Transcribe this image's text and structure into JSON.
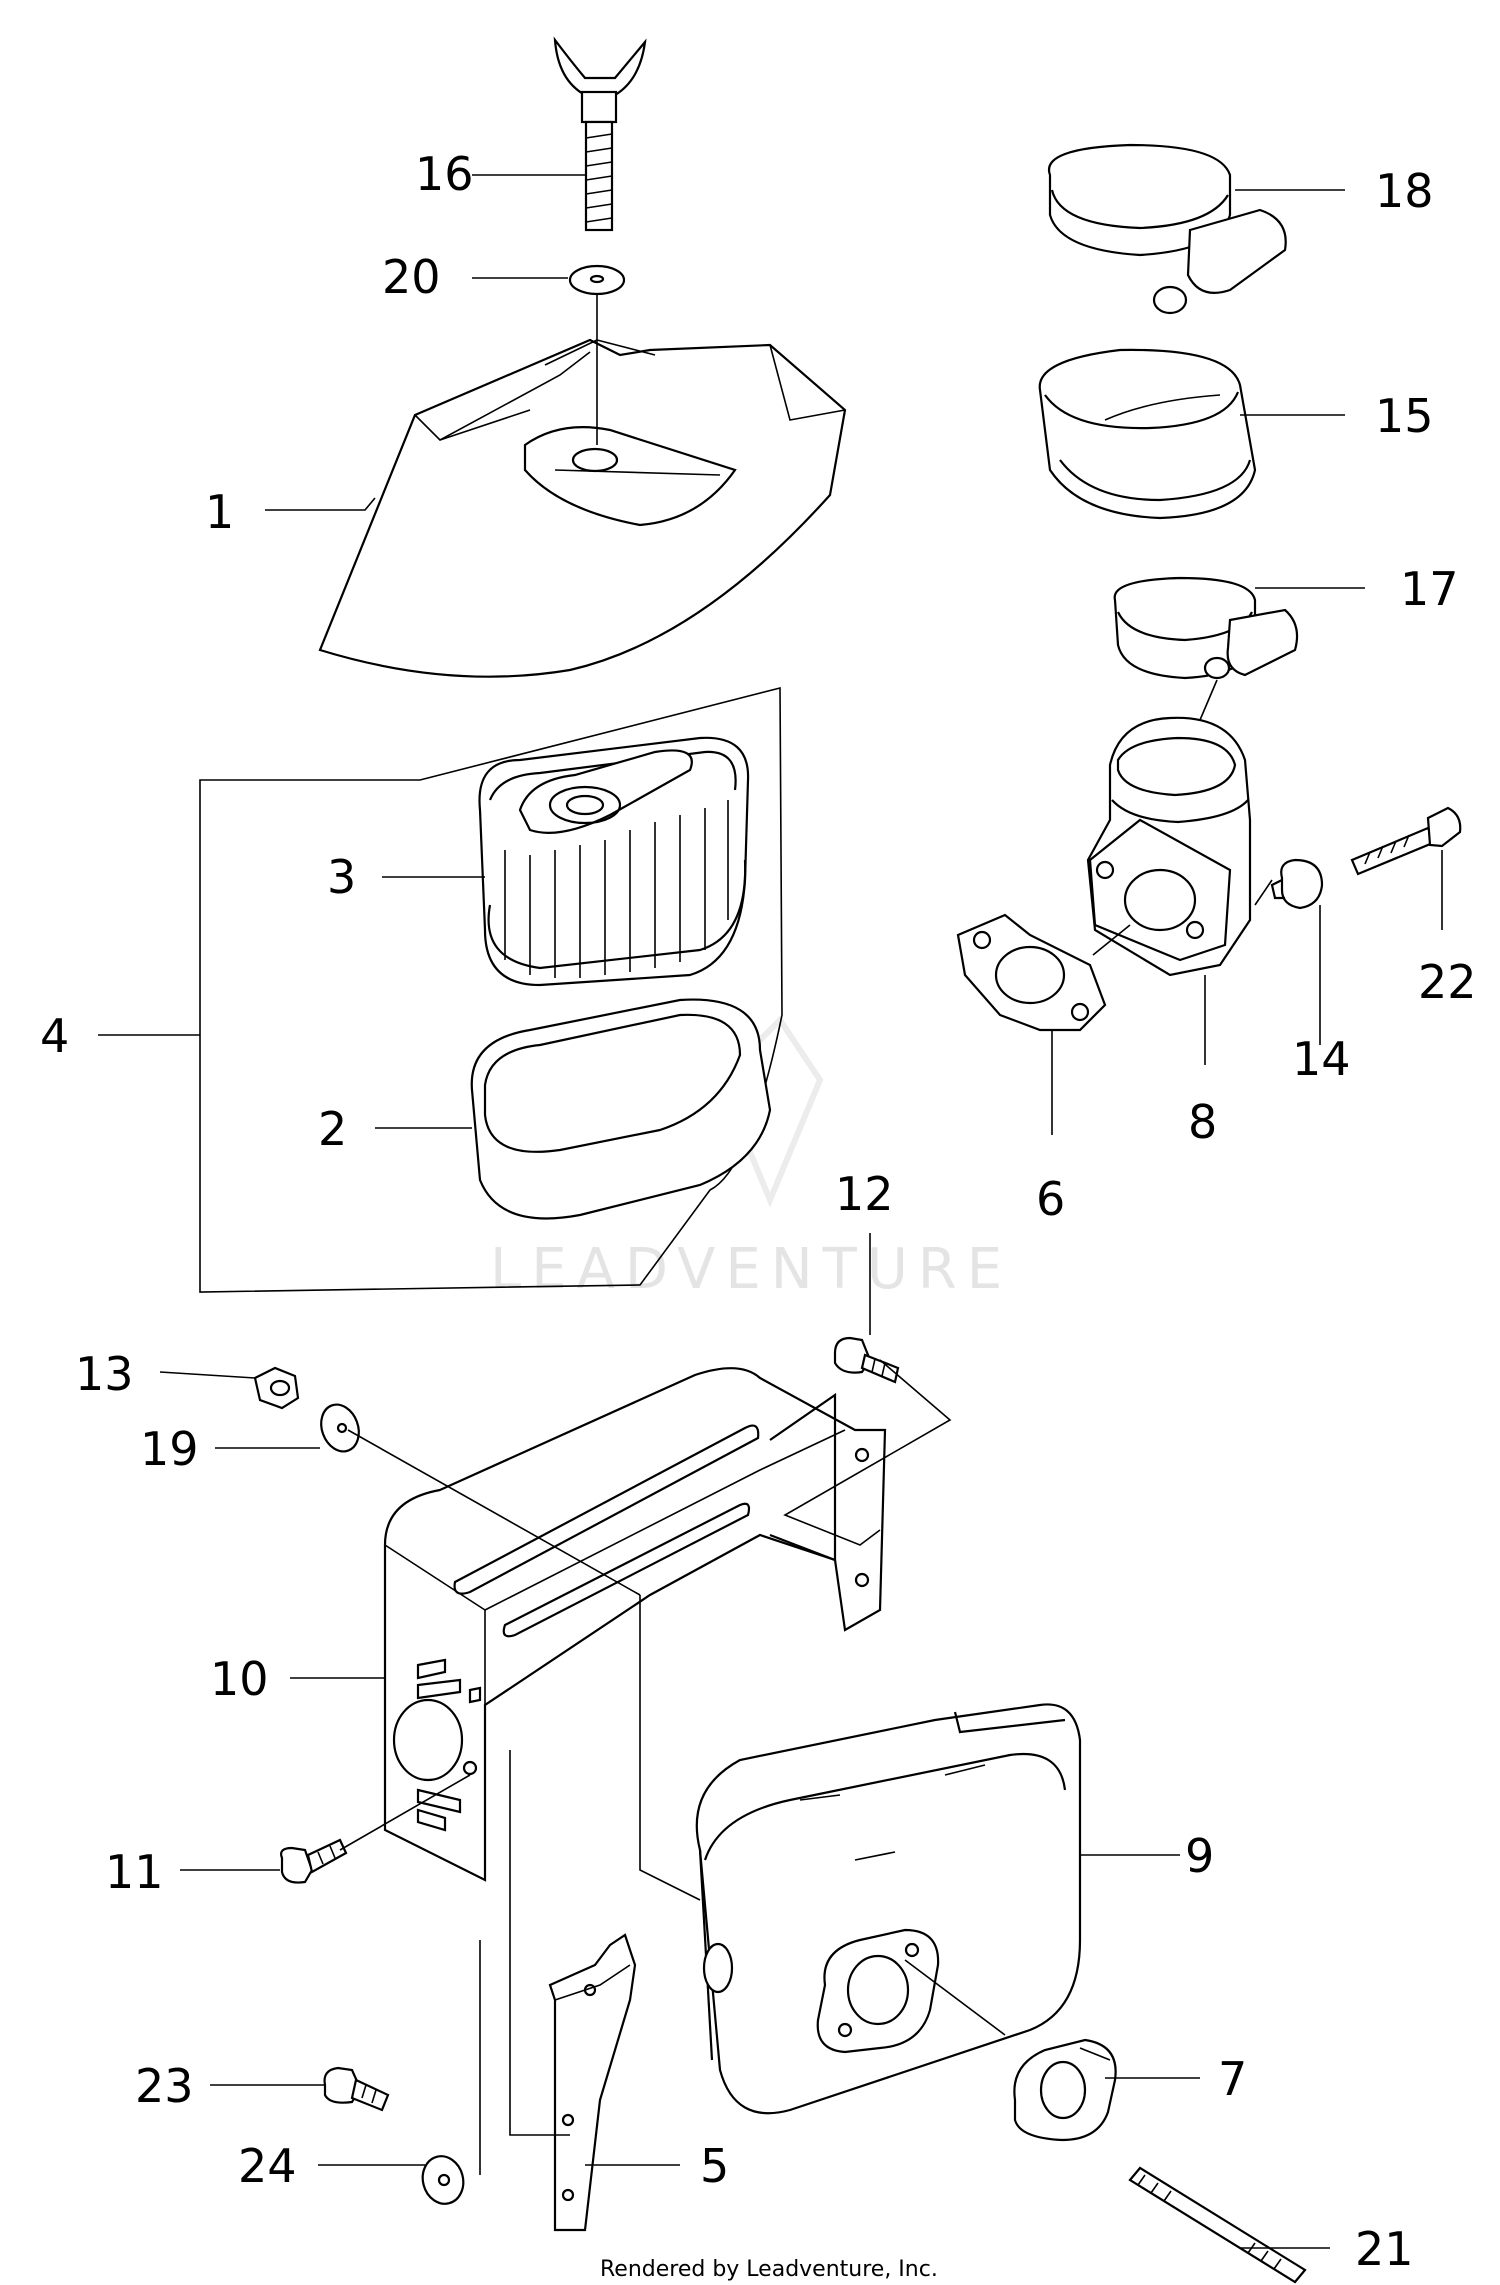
{
  "callouts": [
    {
      "id": "1",
      "label": "1"
    },
    {
      "id": "2",
      "label": "2"
    },
    {
      "id": "3",
      "label": "3"
    },
    {
      "id": "4",
      "label": "4"
    },
    {
      "id": "5",
      "label": "5"
    },
    {
      "id": "6",
      "label": "6"
    },
    {
      "id": "7",
      "label": "7"
    },
    {
      "id": "8",
      "label": "8"
    },
    {
      "id": "9",
      "label": "9"
    },
    {
      "id": "10",
      "label": "10"
    },
    {
      "id": "11",
      "label": "11"
    },
    {
      "id": "12",
      "label": "12"
    },
    {
      "id": "13",
      "label": "13"
    },
    {
      "id": "14",
      "label": "14"
    },
    {
      "id": "15",
      "label": "15"
    },
    {
      "id": "16",
      "label": "16"
    },
    {
      "id": "17",
      "label": "17"
    },
    {
      "id": "18",
      "label": "18"
    },
    {
      "id": "19",
      "label": "19"
    },
    {
      "id": "20",
      "label": "20"
    },
    {
      "id": "21",
      "label": "21"
    },
    {
      "id": "22",
      "label": "22"
    },
    {
      "id": "23",
      "label": "23"
    },
    {
      "id": "24",
      "label": "24"
    }
  ],
  "watermark": "LEADVENTURE",
  "credit": "Rendered by Leadventure, Inc."
}
